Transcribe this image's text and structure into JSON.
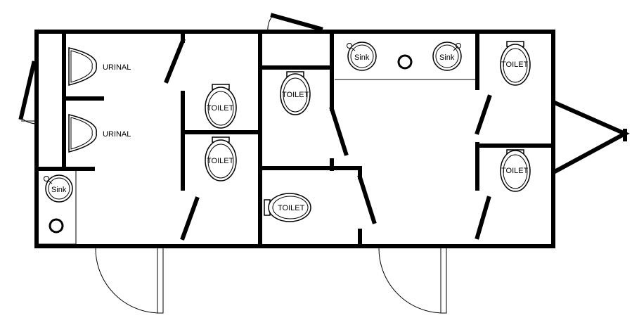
{
  "labels": {
    "urinal": "URINAL",
    "toilet": "TOILET",
    "sink": "Sink"
  },
  "colors": {
    "line": "#000000",
    "background": "#ffffff"
  }
}
